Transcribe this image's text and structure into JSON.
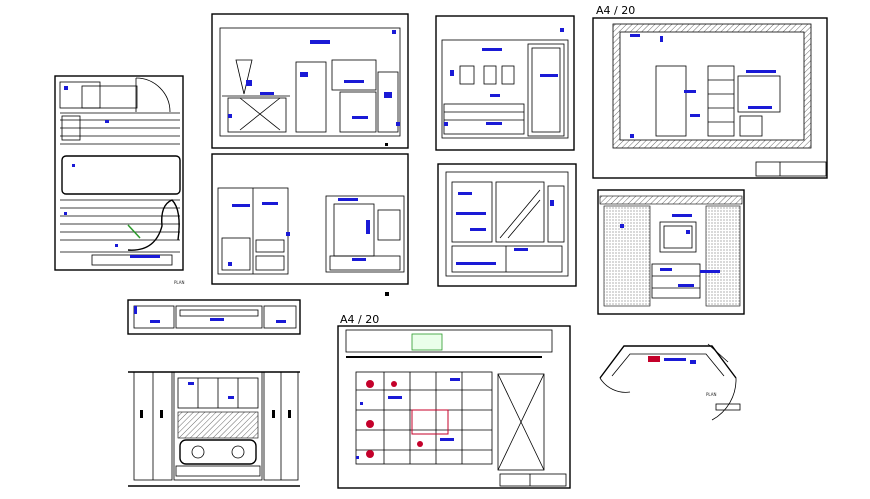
{
  "sheet_labels": {
    "scale_top_right": "A4 / 20",
    "scale_bottom_center": "A4 / 20",
    "plan_label": "PLAN",
    "plan_label_bottom_right": "PLAN"
  },
  "colors": {
    "line": "#000000",
    "dimension_marker": "#1a1ad6",
    "accent_red": "#c4002a",
    "accent_green": "#2a9a2a"
  }
}
